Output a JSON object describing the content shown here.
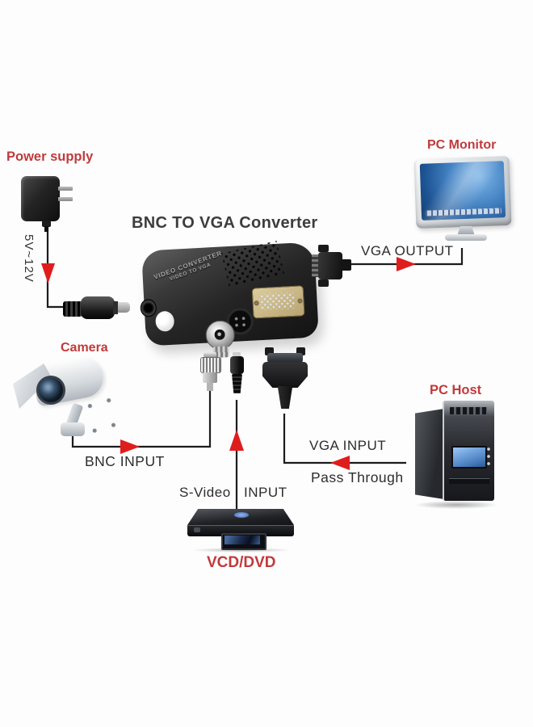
{
  "title": "BNC TO VGA Converter",
  "colors": {
    "label_red": "#c13a3c",
    "arrow_red": "#e01d1d",
    "line": "#1c1c1c",
    "title": "#3d3d3d",
    "text": "#2d2d2d"
  },
  "converter": {
    "line1": "VIDEO CONVERTER",
    "line2": "VIDEO TO VGA"
  },
  "labels": {
    "power_supply": "Power supply",
    "voltage": "5V~12V",
    "pc_monitor": "PC Monitor",
    "vga_output": "VGA OUTPUT",
    "camera": "Camera",
    "bnc_input": "BNC INPUT",
    "s_video": "S-Video",
    "s_video_input": "INPUT",
    "vcd_dvd": "VCD/DVD",
    "vga_input": "VGA INPUT",
    "pass_through": "Pass Through",
    "pc_host": "PC Host"
  },
  "devices": [
    "power-adapter",
    "dc-plug",
    "bnc-vga-converter",
    "vga-output-connector",
    "pc-monitor",
    "cctv-camera",
    "bnc-connector",
    "s-video-connector",
    "vga-pass-through-connector",
    "vcd-dvd-player",
    "pc-tower"
  ]
}
